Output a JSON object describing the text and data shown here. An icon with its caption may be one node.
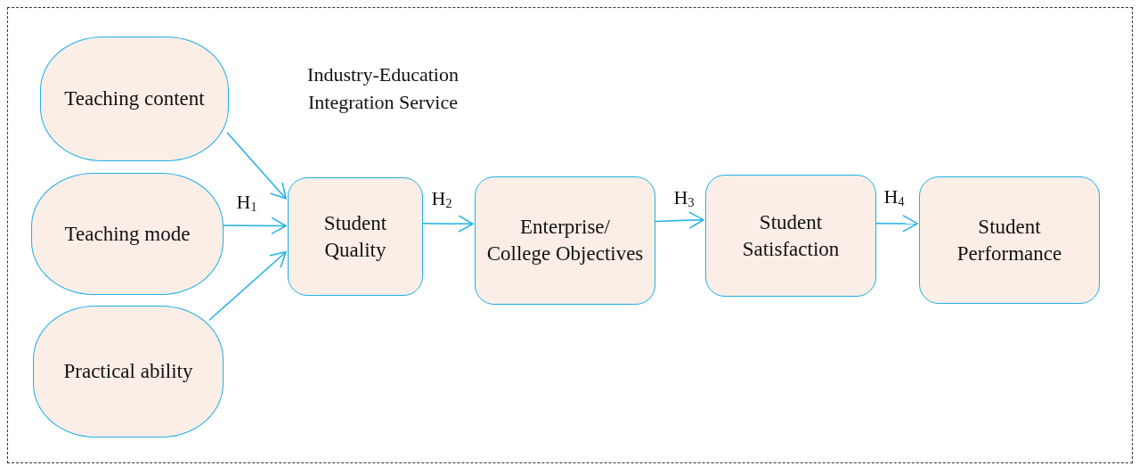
{
  "diagram": {
    "nodes": [
      {
        "text": [
          "Industry-Education Integration Service"
        ]
      },
      {
        "text": [
          "Teaching content"
        ],
        "in": 0
      },
      {
        "text": [
          "Teaching mode"
        ],
        "in": 0
      },
      {
        "text": [
          "Practical ability"
        ],
        "in": 0
      },
      {
        "text": [
          "Student Quality"
        ],
        "in": 0
      },
      {
        "text": [
          "Enterprise/ College Objectives"
        ],
        "in": 0
      },
      {
        "text": [
          "Student Satisfaction"
        ],
        "in": 0
      },
      {
        "text": [
          "Student Performance"
        ],
        "in": 0
      }
    ],
    "edges": [
      {
        "from": 1,
        "to": 4,
        "arrow": "to"
      },
      {
        "from": 2,
        "to": 4,
        "arrow": "to",
        "label": "H$_{1}$"
      },
      {
        "from": 3,
        "to": 4,
        "arrow": "to"
      },
      {
        "from": 4,
        "to": 5,
        "arrow": "to",
        "label": "H$_{2}$"
      },
      {
        "from": 5,
        "to": 6,
        "arrow": "to",
        "label": "H$_{3}$"
      },
      {
        "from": 6,
        "to": 7,
        "arrow": "to",
        "label": "H$_{4}$"
      }
    ]
  }
}
